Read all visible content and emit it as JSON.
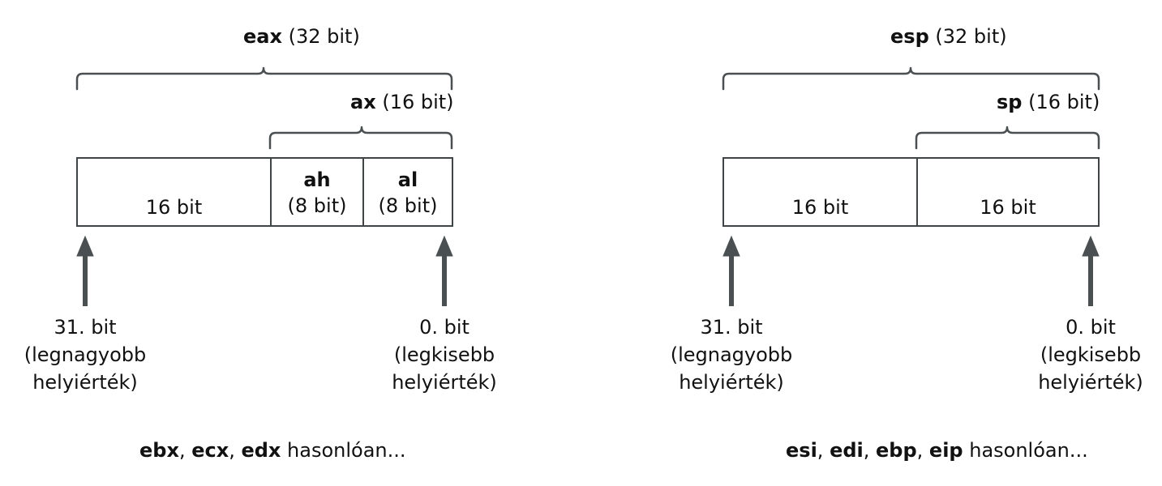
{
  "left_register": {
    "outer_name": "eax",
    "outer_size": "(32 bit)",
    "inner_name": "ax",
    "inner_size": "(16 bit)",
    "cells": {
      "high16": "16 bit",
      "ah_name": "ah",
      "ah_size": "(8 bit)",
      "al_name": "al",
      "al_size": "(8 bit)"
    },
    "msb_label": [
      "31. bit",
      "(legnagyobb",
      "helyiérték)"
    ],
    "lsb_label": [
      "0. bit",
      "(legkisebb",
      "helyiérték)"
    ],
    "footer": {
      "reg1": "ebx",
      "sep1": ", ",
      "reg2": "ecx",
      "sep2": ", ",
      "reg3": "edx",
      "tail": " hasonlóan..."
    }
  },
  "right_register": {
    "outer_name": "esp",
    "outer_size": "(32 bit)",
    "inner_name": "sp",
    "inner_size": "(16 bit)",
    "cells": {
      "high16": "16 bit",
      "low16": "16 bit"
    },
    "msb_label": [
      "31. bit",
      "(legnagyobb",
      "helyiérték)"
    ],
    "lsb_label": [
      "0. bit",
      "(legkisebb",
      "helyiérték)"
    ],
    "footer": {
      "reg1": "esi",
      "sep1": ", ",
      "reg2": "edi",
      "sep2": ", ",
      "reg3": "ebp",
      "sep3": ", ",
      "reg4": "eip",
      "tail": " hasonlóan..."
    }
  },
  "colors": {
    "stroke": "#3f4447",
    "text": "#111111"
  }
}
